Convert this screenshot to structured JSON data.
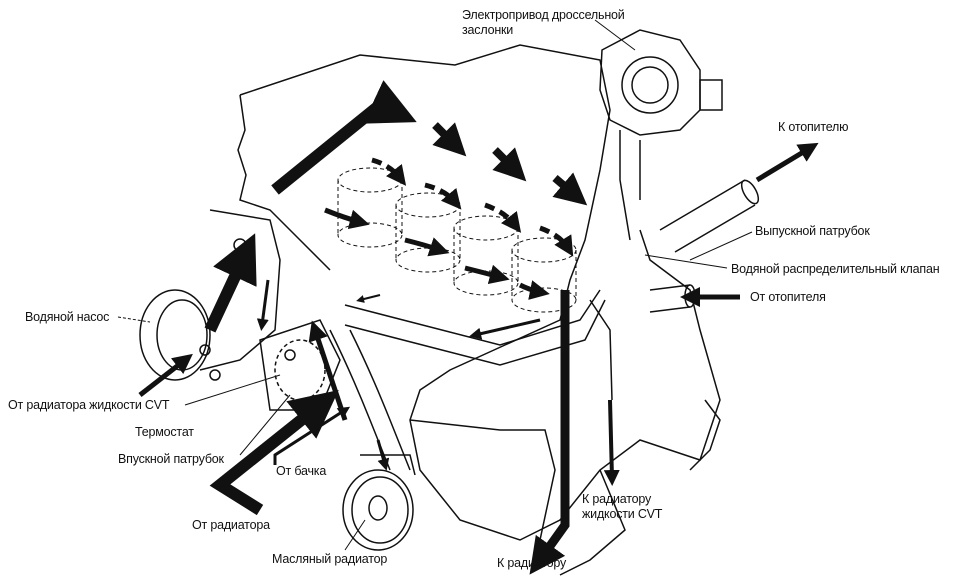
{
  "title": "Схема системы охлаждения двигателя",
  "colors": {
    "ink": "#111111",
    "background": "#ffffff"
  },
  "labels": {
    "throttle_actuator": "Электропривод дроссельной\nзаслонки",
    "to_heater": "К отопителю",
    "outlet_pipe": "Выпускной патрубок",
    "water_valve": "Водяной распределительный клапан",
    "from_heater": "От отопителя",
    "water_pump": "Водяной насос",
    "from_cvt_cooler": "От радиатора жидкости CVT",
    "thermostat": "Термостат",
    "inlet_pipe": "Впускной патрубок",
    "from_tank": "От бачка",
    "from_radiator": "От радиатора",
    "oil_cooler": "Масляный радиатор",
    "to_cvt_cooler": "К радиатору\nжидкости CVT",
    "to_radiator": "К радиатору"
  }
}
